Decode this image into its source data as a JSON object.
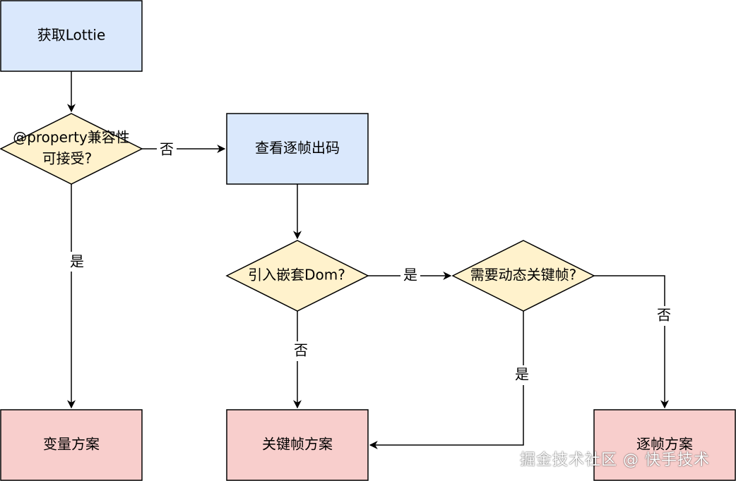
{
  "colors": {
    "process_fill": "#dae8fc",
    "decision_fill": "#fff2cc",
    "end_fill": "#f8cecc",
    "stroke": "#000000"
  },
  "nodes": {
    "get_lottie": "获取Lottie",
    "property_compat_line1": "@property兼容性",
    "property_compat_line2": "可接受?",
    "check_frame_export": "查看逐帧出码",
    "nested_dom": "引入嵌套Dom?",
    "dynamic_keyframe": "需要动态关键帧?",
    "variable_plan": "变量方案",
    "keyframe_plan": "关键帧方案",
    "frame_plan": "逐帧方案"
  },
  "edges": {
    "compat_no": "否",
    "compat_yes": "是",
    "nested_yes": "是",
    "nested_no": "否",
    "dynamic_no": "否",
    "dynamic_yes": "是"
  },
  "watermark": "掘金技术社区 @ 快手技术"
}
